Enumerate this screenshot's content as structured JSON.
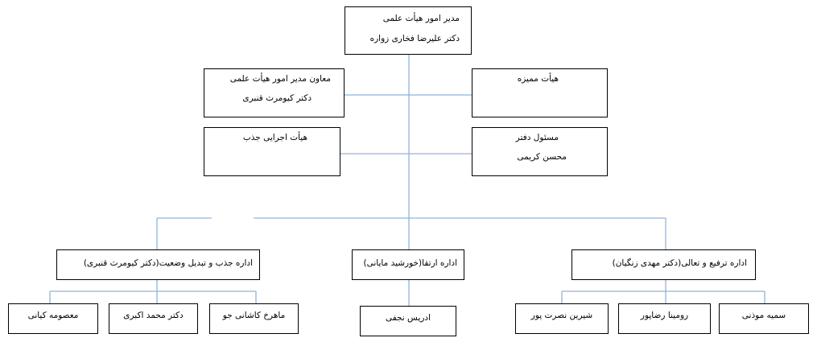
{
  "line_color": "#8fb3d9",
  "head": {
    "title": "مدیر امور هیأت علمی",
    "name": "دکتر علیرضا فخاری زواره"
  },
  "deputy": {
    "title": "معاون مدیر امور هیأت علمی",
    "name": "دکتر کیومرث قنبری"
  },
  "board_review": {
    "title": "هیأت ممیزه"
  },
  "recruit_board": {
    "title": "هیأت اجرایی جذب"
  },
  "office": {
    "title": "مسئول دفتر",
    "name": "محسن کریمی"
  },
  "departments": [
    {
      "title": "اداره جذب و تبدیل وضعیت(دکتر کیومرث قنبری)",
      "staff": [
        "ماهرخ کاشانی جو",
        "دکتر محمد اکبری",
        "معصومه کیانی"
      ]
    },
    {
      "title": "اداره ارتقا(خورشید مایانی)",
      "staff": [
        "ادریس نجفی"
      ]
    },
    {
      "title": "اداره ترفیع و تعالی(دکتر مهدی زنگیان)",
      "staff": [
        "سمیه موذنی",
        "رومینا رضاپور",
        "شیرین نصرت پور"
      ]
    }
  ]
}
